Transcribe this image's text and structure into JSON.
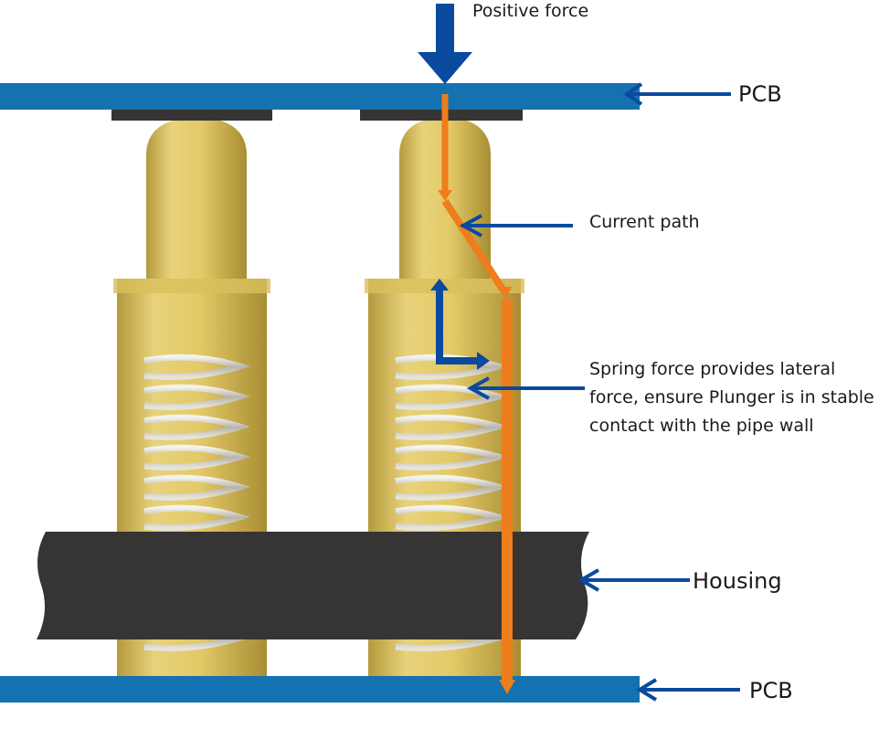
{
  "labels": {
    "positive_force": "Positive force",
    "pcb_top": "PCB",
    "current_path": "Current path",
    "spring_force": "Spring force provides lateral force, ensure Plunger is in stable contact with the pipe wall",
    "housing": "Housing",
    "pcb_bottom": "PCB"
  },
  "colors": {
    "pcb": "#1472b0",
    "arrow": "#0a4a9e",
    "current": "#ee7d1c",
    "housing": "#373534",
    "gold": "#e0c463"
  }
}
